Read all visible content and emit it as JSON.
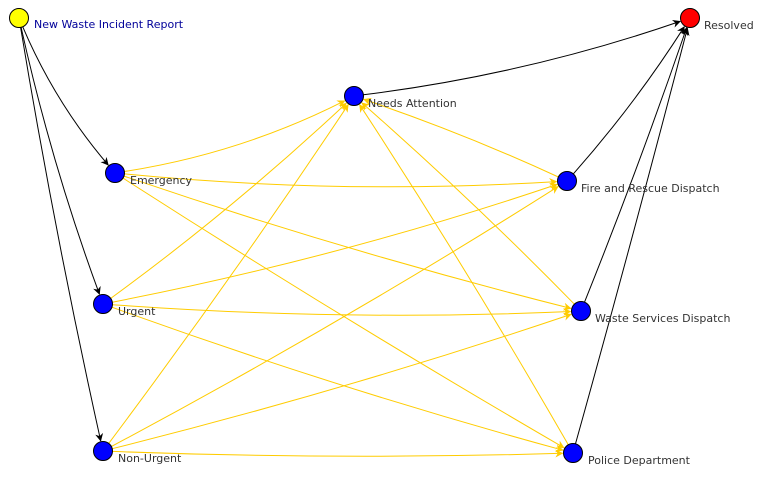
{
  "graph": {
    "nodes": [
      {
        "id": "new",
        "label": "New Waste Incident Report",
        "color": "#ffff00",
        "label_color": "#000099"
      },
      {
        "id": "resolved",
        "label": "Resolved",
        "color": "#ff0000",
        "label_color": "#333333"
      },
      {
        "id": "needs",
        "label": "Needs Attention",
        "color": "#0000ff",
        "label_color": "#333333"
      },
      {
        "id": "emergency",
        "label": "Emergency",
        "color": "#0000ff",
        "label_color": "#333333"
      },
      {
        "id": "urgent",
        "label": "Urgent",
        "color": "#0000ff",
        "label_color": "#333333"
      },
      {
        "id": "nonurgent",
        "label": "Non-Urgent",
        "color": "#0000ff",
        "label_color": "#333333"
      },
      {
        "id": "fire",
        "label": "Fire and Rescue Dispatch",
        "color": "#0000ff",
        "label_color": "#333333"
      },
      {
        "id": "waste",
        "label": "Waste Services Dispatch",
        "color": "#0000ff",
        "label_color": "#333333"
      },
      {
        "id": "police",
        "label": "Police Department",
        "color": "#0000ff",
        "label_color": "#333333"
      }
    ],
    "edges": [
      {
        "from": "new",
        "to": "emergency",
        "color": "#000000"
      },
      {
        "from": "new",
        "to": "urgent",
        "color": "#000000"
      },
      {
        "from": "new",
        "to": "nonurgent",
        "color": "#000000"
      },
      {
        "from": "needs",
        "to": "resolved",
        "color": "#000000"
      },
      {
        "from": "fire",
        "to": "resolved",
        "color": "#000000"
      },
      {
        "from": "waste",
        "to": "resolved",
        "color": "#000000"
      },
      {
        "from": "police",
        "to": "resolved",
        "color": "#000000"
      },
      {
        "from": "emergency",
        "to": "needs",
        "color": "#ffcc00"
      },
      {
        "from": "emergency",
        "to": "fire",
        "color": "#ffcc00"
      },
      {
        "from": "emergency",
        "to": "waste",
        "color": "#ffcc00"
      },
      {
        "from": "emergency",
        "to": "police",
        "color": "#ffcc00"
      },
      {
        "from": "urgent",
        "to": "needs",
        "color": "#ffcc00"
      },
      {
        "from": "urgent",
        "to": "fire",
        "color": "#ffcc00"
      },
      {
        "from": "urgent",
        "to": "waste",
        "color": "#ffcc00"
      },
      {
        "from": "urgent",
        "to": "police",
        "color": "#ffcc00"
      },
      {
        "from": "nonurgent",
        "to": "needs",
        "color": "#ffcc00"
      },
      {
        "from": "nonurgent",
        "to": "fire",
        "color": "#ffcc00"
      },
      {
        "from": "nonurgent",
        "to": "waste",
        "color": "#ffcc00"
      },
      {
        "from": "nonurgent",
        "to": "police",
        "color": "#ffcc00"
      },
      {
        "from": "fire",
        "to": "needs",
        "color": "#ffcc00"
      },
      {
        "from": "waste",
        "to": "needs",
        "color": "#ffcc00"
      },
      {
        "from": "police",
        "to": "needs",
        "color": "#ffcc00"
      }
    ]
  }
}
